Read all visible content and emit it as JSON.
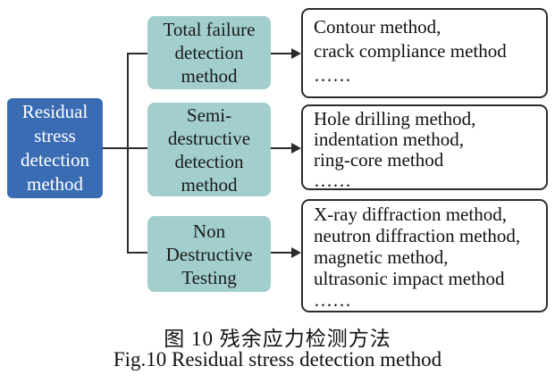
{
  "figure": {
    "root": {
      "label": "Residual\nstress\ndetection\nmethod"
    },
    "branches": [
      {
        "label": "Total failure\ndetection\nmethod",
        "methods": "Contour method,\ncrack compliance method\n……"
      },
      {
        "label": "Semi-\ndestructive\ndetection\nmethod",
        "methods": "Hole drilling method,\nindentation method,\nring-core method\n……"
      },
      {
        "label": "Non\nDestructive\nTesting",
        "methods": "X-ray diffraction method,\nneutron diffraction method,\nmagnetic method,\nultrasonic impact method\n……"
      }
    ],
    "caption_zh": "图 10 残余应力检测方法",
    "caption_en": "Fig.10 Residual stress detection method"
  },
  "colors": {
    "background": "#ffffff",
    "root_bg": "#3a6cb4",
    "root_text": "#ffffff",
    "branch_bg": "#a2cfce",
    "branch_text": "#1a1a1a",
    "leaf_border": "#2b2b2b",
    "leaf_text": "#111111",
    "connector": "#2b2b2b"
  }
}
